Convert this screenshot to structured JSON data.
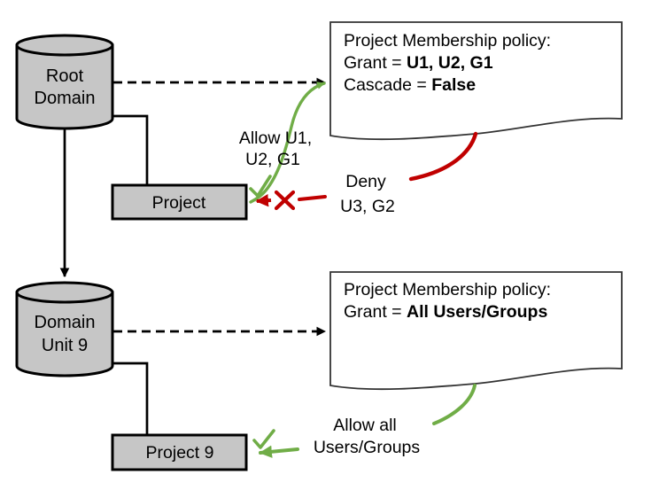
{
  "colors": {
    "allow_green": "#70ad47",
    "deny_red": "#c00000",
    "node_fill": "#c6c6c6",
    "line_black": "#000000",
    "doc_stroke": "#333333"
  },
  "icons": {
    "allow_check": "checkmark",
    "deny_x": "x-mark",
    "arrowhead": "triangle"
  },
  "nodes": {
    "root_domain": {
      "line1": "Root",
      "line2": "Domain"
    },
    "domain_unit_9": {
      "line1": "Domain",
      "line2": "Unit 9"
    },
    "project": {
      "label": "Project"
    },
    "project_9": {
      "label": "Project 9"
    }
  },
  "policies": {
    "root": {
      "title": "Project Membership policy:",
      "grant_label": "Grant = ",
      "grant_value": "U1, U2, G1",
      "cascade_label": "Cascade = ",
      "cascade_value": "False"
    },
    "domain_unit_9": {
      "title": "Project Membership policy:",
      "grant_label": "Grant = ",
      "grant_value": "All Users/Groups"
    }
  },
  "annotations": {
    "allow_top": {
      "line1": "Allow U1,",
      "line2": "U2, G1"
    },
    "deny": {
      "line1": "Deny",
      "line2": "U3, G2"
    },
    "allow_bottom": {
      "line1": "Allow all",
      "line2": "Users/Groups"
    }
  }
}
